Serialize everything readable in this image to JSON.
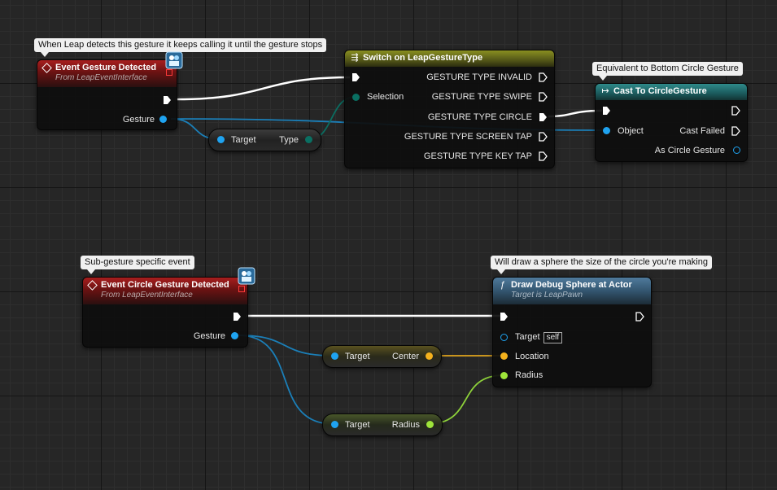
{
  "comments": {
    "gesture_event": "When Leap detects this gesture it keeps calling it until the gesture stops",
    "cast": "Equivalent to Bottom Circle Gesture",
    "sub_gesture": "Sub-gesture specific event",
    "draw_sphere": "Will draw a sphere the size of the circle you're making"
  },
  "nodes": {
    "event_gesture": {
      "title": "Event Gesture Detected",
      "subtitle": "From LeapEventInterface",
      "pin_gesture": "Gesture"
    },
    "get_type": {
      "pin_target": "Target",
      "pin_type": "Type"
    },
    "switch": {
      "title": "Switch on LeapGestureType",
      "pin_selection": "Selection",
      "outputs": [
        "GESTURE TYPE INVALID",
        "GESTURE TYPE SWIPE",
        "GESTURE TYPE CIRCLE",
        "GESTURE TYPE SCREEN TAP",
        "GESTURE TYPE KEY TAP"
      ]
    },
    "cast": {
      "title": "Cast To CircleGesture",
      "pin_object": "Object",
      "pin_cast_failed": "Cast Failed",
      "pin_as_circle": "As Circle Gesture"
    },
    "event_circle": {
      "title": "Event Circle Gesture Detected",
      "subtitle": "From LeapEventInterface",
      "pin_gesture": "Gesture"
    },
    "get_center": {
      "pin_target": "Target",
      "pin_center": "Center"
    },
    "get_radius": {
      "pin_target": "Target",
      "pin_radius": "Radius"
    },
    "draw_sphere": {
      "title": "Draw Debug Sphere at Actor",
      "subtitle": "Target is LeapPawn",
      "pin_target": "Target",
      "target_default": "self",
      "pin_location": "Location",
      "pin_radius": "Radius"
    }
  },
  "colors": {
    "exec": "#ffffff",
    "object_pin": "#1fa3f0",
    "byte_pin": "#0a6f62",
    "vector_pin": "#f5b21d",
    "float_pin": "#9ee53a"
  }
}
